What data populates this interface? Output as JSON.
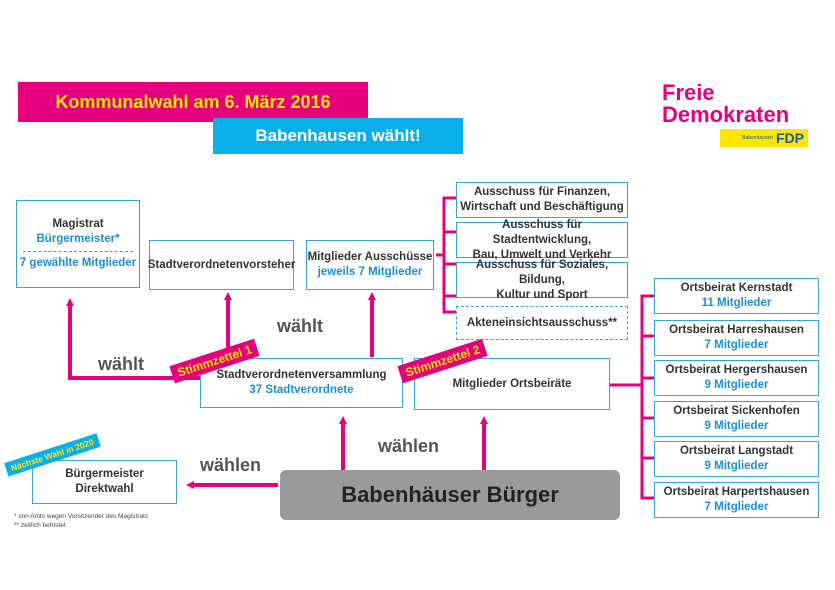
{
  "header": {
    "title": "Kommunalwahl am 6. März 2016",
    "subtitle": "Babenhausen wählt!"
  },
  "logo": {
    "line1": "Freie",
    "line2": "Demokraten",
    "sub": "Babenhausen",
    "party": "FDP"
  },
  "magistrat": {
    "title": "Magistrat",
    "mayor": "Bürgermeister*",
    "members": "7 gewählte Mitglieder"
  },
  "vorsteher": "Stadtverordnetenvorsteher",
  "ausschuesse_members": {
    "title": "Mitglieder Ausschüsse",
    "count": "jeweils 7 Mitglieder"
  },
  "committees": [
    {
      "line1": "Ausschuss für Finanzen,",
      "line2": "Wirtschaft und Beschäftigung"
    },
    {
      "line1": "Ausschuss für Stadtentwicklung,",
      "line2": "Bau, Umwelt und Verkehr"
    },
    {
      "line1": "Ausschuss für Soziales, Bildung,",
      "line2": "Kultur und Sport"
    },
    {
      "line1": "Akteneinsichtsausschuss**",
      "line2": ""
    }
  ],
  "svv": {
    "title": "Stadtverordnetenversammlung",
    "count": "37 Stadtverordnete"
  },
  "ortsbeiraete_members": "Mitglieder Ortsbeiräte",
  "ortsbeiraete": [
    {
      "name": "Ortsbeirat Kernstadt",
      "count": "11 Mitglieder"
    },
    {
      "name": "Ortsbeirat Harreshausen",
      "count": "7 Mitglieder"
    },
    {
      "name": "Ortsbeirat Hergershausen",
      "count": "9 Mitglieder"
    },
    {
      "name": "Ortsbeirat Sickenhofen",
      "count": "9 Mitglieder"
    },
    {
      "name": "Ortsbeirat Langstadt",
      "count": "9 Mitglieder"
    },
    {
      "name": "Ortsbeirat Harpertshausen",
      "count": "7 Mitglieder"
    }
  ],
  "buergermeister": {
    "title": "Bürgermeister",
    "sub": "Direktwahl"
  },
  "labels": {
    "waehlt": "wählt",
    "waehlen": "wählen",
    "stimmzettel1": "Stimmzettel 1",
    "stimmzettel2": "Stimmzettel 2",
    "naechste_wahl": "Nächste Wahl in 2020"
  },
  "citizens": "Babenhäuser Bürger",
  "footnotes": {
    "note1": "* von Amts wegen Vorsitzender des Magistrats",
    "note2": "** zeitlich befristet"
  },
  "colors": {
    "magenta": "#e5007e",
    "yellow": "#ffe600",
    "cyan": "#0aaee8",
    "box_border": "#3aa0d8"
  }
}
